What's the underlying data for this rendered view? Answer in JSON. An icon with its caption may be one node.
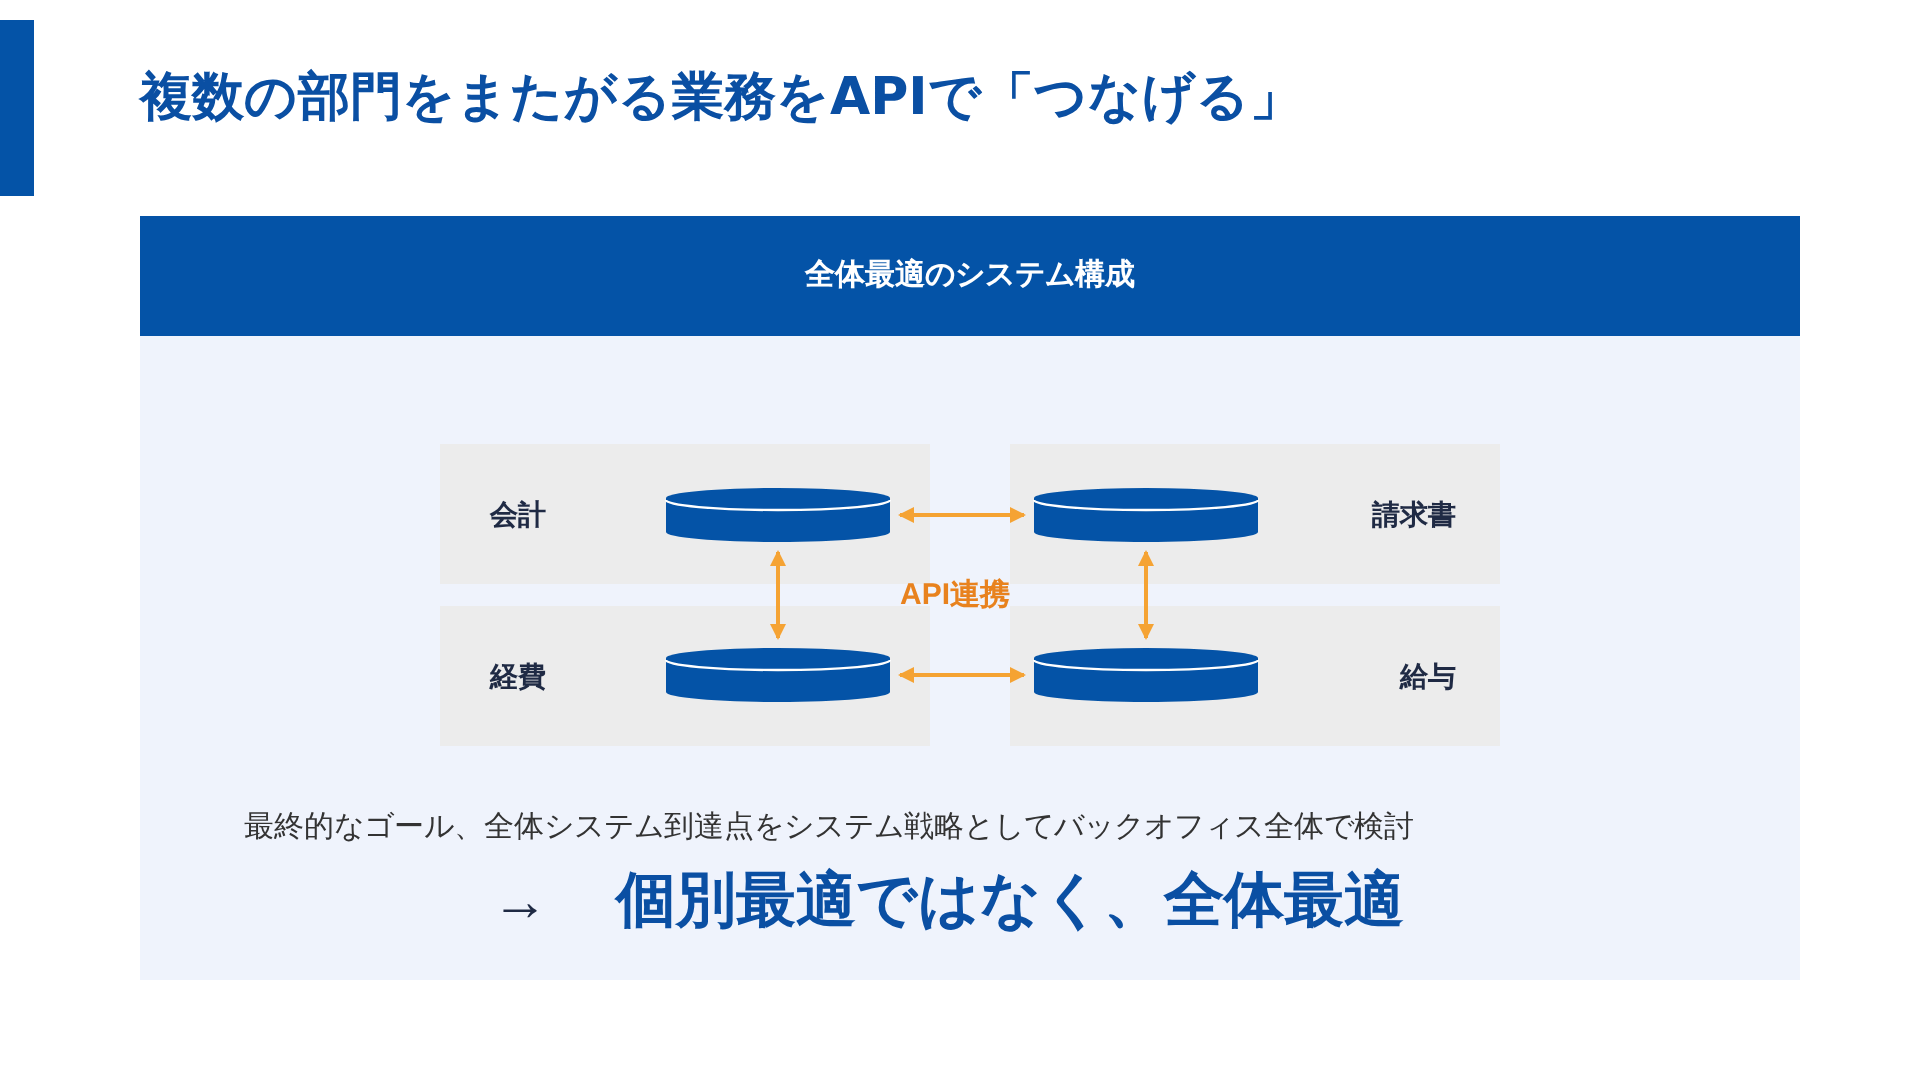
{
  "diagram": {
    "title": "複数の部門をまたがる業務をAPIで「つなげる」",
    "nodes": [
      {
        "text": [
          "全体最適のシステム構成"
        ]
      },
      {
        "text": [
          "会計"
        ],
        "in": 0
      },
      {
        "text": [],
        "shape": "cylinder",
        "in": 1
      },
      {
        "text": [
          "請求書"
        ],
        "in": 0
      },
      {
        "text": [],
        "shape": "cylinder",
        "in": 3
      },
      {
        "text": [
          "経費"
        ],
        "in": 0
      },
      {
        "text": [],
        "shape": "cylinder",
        "in": 5
      },
      {
        "text": [
          "給与"
        ],
        "in": 0
      },
      {
        "text": [],
        "shape": "cylinder",
        "in": 7
      }
    ],
    "edges": [
      {
        "from": 2,
        "to": 4,
        "arrow": "both"
      },
      {
        "from": 2,
        "to": 6,
        "arrow": "both"
      },
      {
        "from": 4,
        "to": 8,
        "arrow": "both"
      },
      {
        "from": 6,
        "to": 8,
        "arrow": "both"
      }
    ],
    "labels": [
      "API連携",
      "最終的なゴール、全体システム到達点をシステム戦略としてバックオフィス全体で検討",
      "→",
      "個別最適ではなく、全体最適"
    ]
  }
}
